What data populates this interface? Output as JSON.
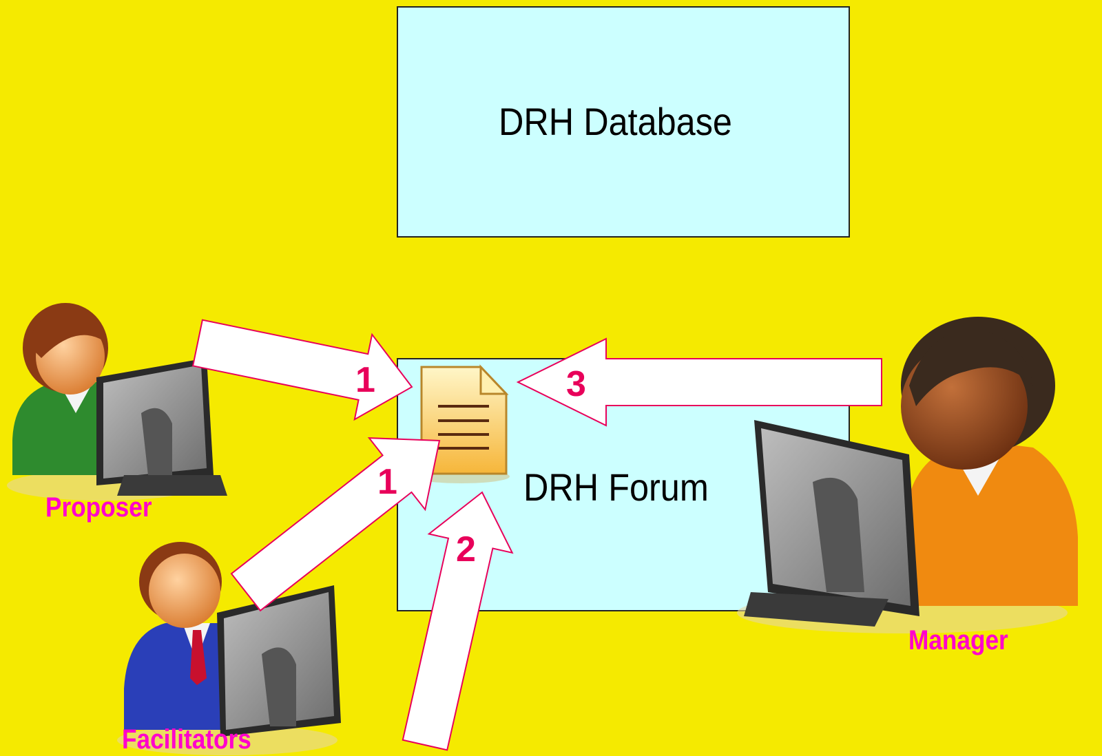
{
  "database": {
    "label": "DRH Database"
  },
  "forum": {
    "label": "DRH Forum"
  },
  "actors": {
    "proposer": {
      "label": "Proposer",
      "icon": "user-at-computer-icon",
      "shirt_color": "#2E8B2E"
    },
    "facilitators": {
      "label": "Facilitators",
      "icon": "user-at-computer-icon",
      "shirt_color": "#2A3FB8"
    },
    "manager": {
      "label": "Manager",
      "icon": "user-at-computer-icon",
      "shirt_color": "#F08A10"
    }
  },
  "document": {
    "icon": "document-icon"
  },
  "steps": [
    {
      "number": "1",
      "from": "Proposer",
      "to": "document"
    },
    {
      "number": "1",
      "from": "Facilitators",
      "to": "document"
    },
    {
      "number": "2",
      "from": "bottom",
      "to": "document"
    },
    {
      "number": "3",
      "from": "Manager",
      "to": "document"
    }
  ],
  "colors": {
    "background": "#F5EA00",
    "box_fill": "#CCFFFF",
    "label_color": "#FF00CC",
    "number_color": "#E8005A",
    "arrow_outline": "#E8005A"
  }
}
